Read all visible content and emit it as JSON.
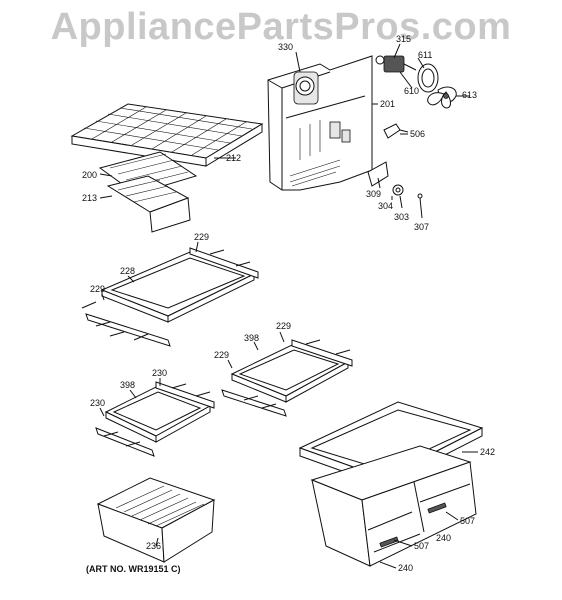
{
  "watermark": "AppliancePartsPros.com",
  "art_number": "(ART NO. WR19151 C)",
  "callouts": {
    "c330": "330",
    "c315": "315",
    "c611": "611",
    "c610": "610",
    "c613": "613",
    "c201": "201",
    "c506": "506",
    "c309": "309",
    "c304": "304",
    "c303": "303",
    "c307": "307",
    "c212": "212",
    "c200": "200",
    "c213": "213",
    "c229a": "229",
    "c228": "228",
    "c229b": "229",
    "c229c": "229",
    "c398a": "398",
    "c229d": "229",
    "c230a": "230",
    "c398b": "398",
    "c230b": "230",
    "c242": "242",
    "c507a": "507",
    "c240a": "240",
    "c507b": "507",
    "c236": "236",
    "c240b": "240"
  }
}
